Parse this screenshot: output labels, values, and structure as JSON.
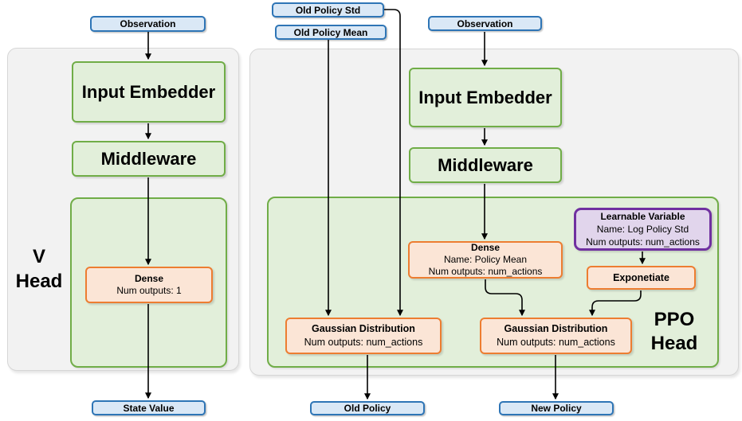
{
  "colors": {
    "blue_fill": "#dae8f6",
    "blue_border": "#2e75b6",
    "green_fill": "#e2efda",
    "green_border": "#70ad47",
    "orange_fill": "#fbe5d6",
    "orange_border": "#ed7d31",
    "purple_fill": "#e1d5ec",
    "purple_border": "#7030a0",
    "container_fill": "#f2f2f2",
    "container_border": "#d6d6d6",
    "arrow": "#000000"
  },
  "v_head": {
    "observation": "Observation",
    "input_embedder": "Input Embedder",
    "middleware": "Middleware",
    "dense": {
      "title": "Dense",
      "outputs": "Num outputs: 1"
    },
    "label": {
      "line1": "V",
      "line2": "Head"
    },
    "state_value": "State Value"
  },
  "ppo_head": {
    "old_policy_std": "Old Policy Std",
    "old_policy_mean": "Old Policy Mean",
    "observation": "Observation",
    "input_embedder": "Input Embedder",
    "middleware": "Middleware",
    "dense": {
      "title": "Dense",
      "name": "Name: Policy Mean",
      "outputs": "Num outputs: num_actions"
    },
    "learnable": {
      "title": "Learnable Variable",
      "name": "Name: Log Policy Std",
      "outputs": "Num outputs: num_actions"
    },
    "exponetiate": "Exponetiate",
    "gaussian_old": {
      "title": "Gaussian Distribution",
      "outputs": "Num outputs: num_actions"
    },
    "gaussian_new": {
      "title": "Gaussian Distribution",
      "outputs": "Num outputs: num_actions"
    },
    "label": {
      "line1": "PPO",
      "line2": "Head"
    },
    "old_policy": "Old Policy",
    "new_policy": "New Policy"
  }
}
